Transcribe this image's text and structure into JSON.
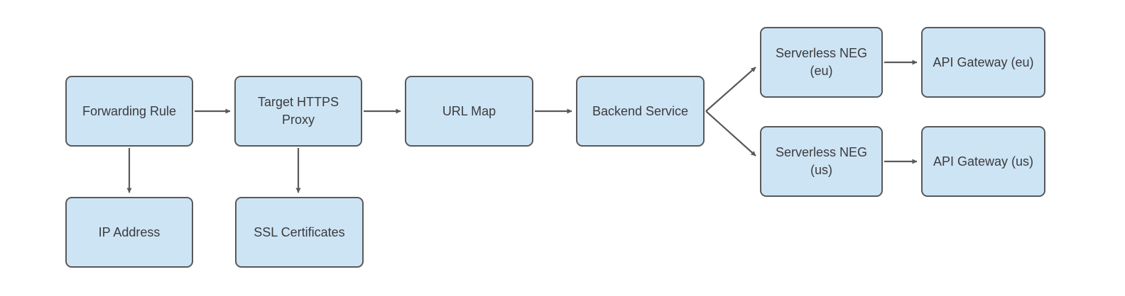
{
  "colors": {
    "node_fill": "#cde4f5",
    "node_border": "#595959",
    "arrow": "#595959",
    "text": "#3b3b3b",
    "background": "#ffffff"
  },
  "nodes": [
    {
      "id": "forwarding-rule",
      "label": "Forwarding Rule"
    },
    {
      "id": "target-https-proxy",
      "label": "Target HTTPS Proxy"
    },
    {
      "id": "url-map",
      "label": "URL Map"
    },
    {
      "id": "backend-service",
      "label": "Backend Service"
    },
    {
      "id": "serverless-neg-eu",
      "label": "Serverless NEG (eu)"
    },
    {
      "id": "api-gateway-eu",
      "label": "API Gateway (eu)"
    },
    {
      "id": "serverless-neg-us",
      "label": "Serverless NEG (us)"
    },
    {
      "id": "api-gateway-us",
      "label": "API Gateway (us)"
    },
    {
      "id": "ip-address",
      "label": "IP Address"
    },
    {
      "id": "ssl-certificates",
      "label": "SSL Certificates"
    }
  ],
  "edges": [
    {
      "from": "forwarding-rule",
      "to": "target-https-proxy",
      "direction": "right"
    },
    {
      "from": "target-https-proxy",
      "to": "url-map",
      "direction": "right"
    },
    {
      "from": "url-map",
      "to": "backend-service",
      "direction": "right"
    },
    {
      "from": "backend-service",
      "to": "serverless-neg-eu",
      "direction": "up-right"
    },
    {
      "from": "backend-service",
      "to": "serverless-neg-us",
      "direction": "down-right"
    },
    {
      "from": "serverless-neg-eu",
      "to": "api-gateway-eu",
      "direction": "right"
    },
    {
      "from": "serverless-neg-us",
      "to": "api-gateway-us",
      "direction": "right"
    },
    {
      "from": "forwarding-rule",
      "to": "ip-address",
      "direction": "down"
    },
    {
      "from": "target-https-proxy",
      "to": "ssl-certificates",
      "direction": "down"
    }
  ]
}
